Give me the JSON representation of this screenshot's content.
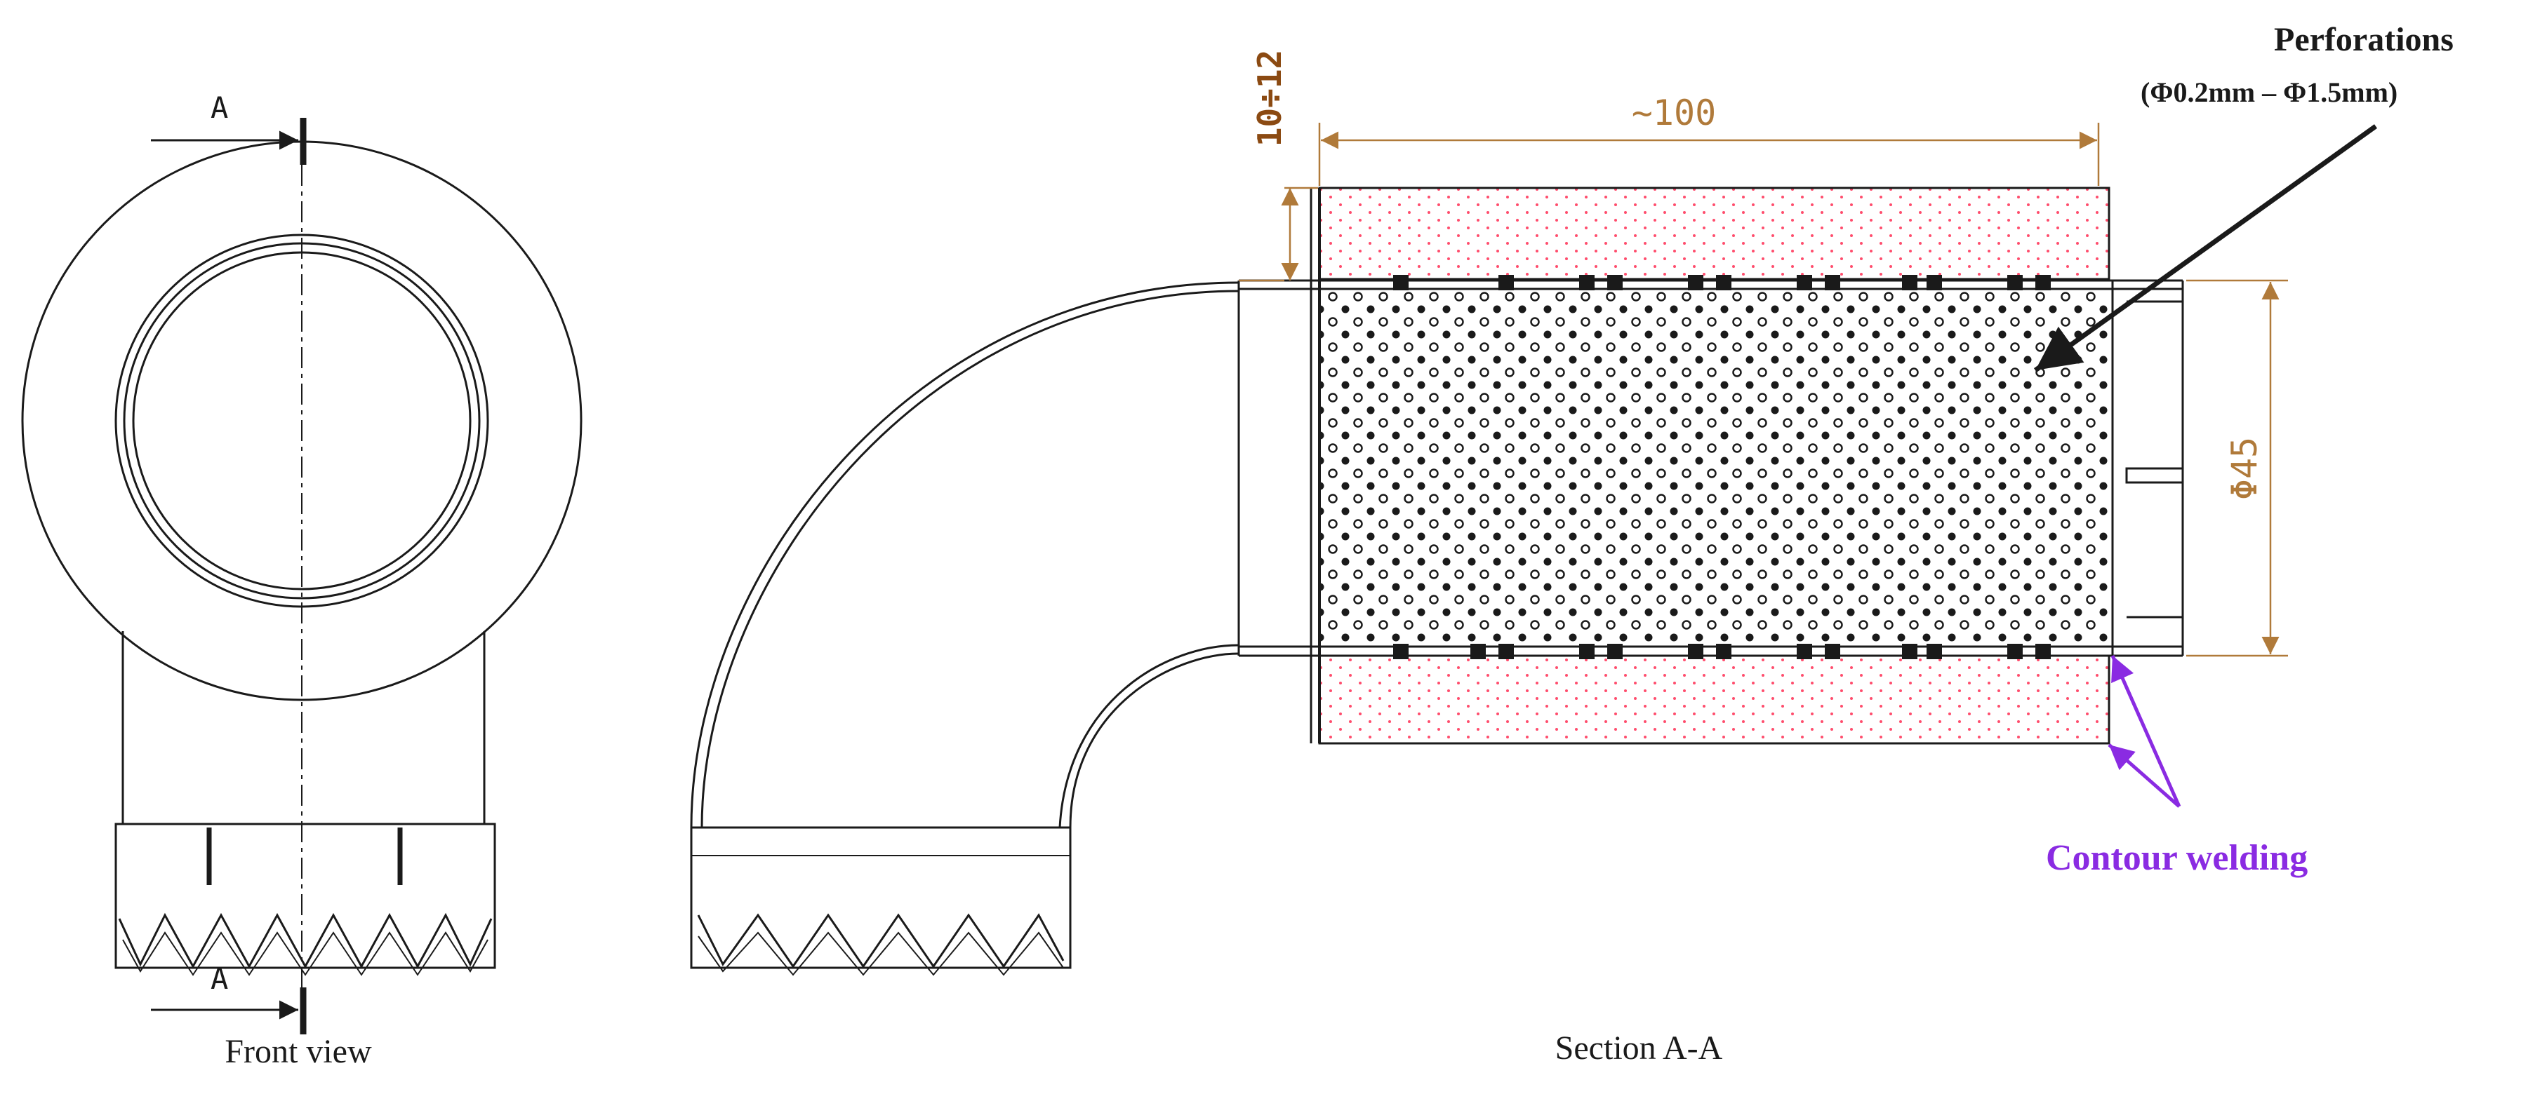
{
  "front_view": {
    "caption": "Front view",
    "section_marker_top": "A",
    "section_marker_bottom": "A"
  },
  "section_view": {
    "caption": "Section A-A",
    "dim_length": "~100",
    "dim_gap": "10÷12",
    "dim_diameter": "Φ45"
  },
  "callouts": {
    "perforations_title": "Perforations",
    "perforations_range": "(Φ0.2mm – Φ1.5mm)",
    "contour_welding": "Contour welding"
  },
  "colors": {
    "line": "#1a1a1a",
    "dimension": "#b07a3a",
    "gap_dimension": "#8b4a12",
    "weld_callout": "#8a2be2",
    "dots": "#ff4d6d"
  }
}
